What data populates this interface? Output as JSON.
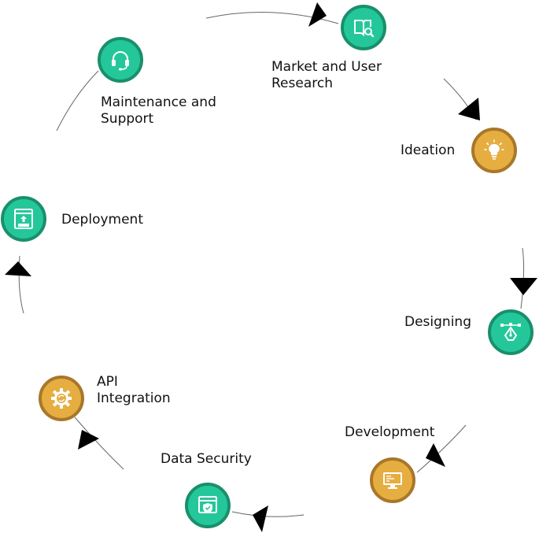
{
  "stages": [
    {
      "key": "market",
      "lines": [
        "Market and User",
        "Research"
      ],
      "icon": "book-search-icon",
      "color": "#24c79a"
    },
    {
      "key": "ideation",
      "lines": [
        "Ideation"
      ],
      "icon": "lightbulb-icon",
      "color": "#e6ad40"
    },
    {
      "key": "designing",
      "lines": [
        "Designing"
      ],
      "icon": "pen-tool-icon",
      "color": "#24c79a"
    },
    {
      "key": "development",
      "lines": [
        "Development"
      ],
      "icon": "monitor-code-icon",
      "color": "#e6ad40"
    },
    {
      "key": "security",
      "lines": [
        "Data Security"
      ],
      "icon": "shield-window-icon",
      "color": "#24c79a"
    },
    {
      "key": "api",
      "lines": [
        "API",
        "Integration"
      ],
      "icon": "gear-sync-icon",
      "color": "#e6ad40"
    },
    {
      "key": "deployment",
      "lines": [
        "Deployment"
      ],
      "icon": "deploy-window-icon",
      "color": "#24c79a"
    },
    {
      "key": "maintenance",
      "lines": [
        "Maintenance and",
        "Support"
      ],
      "icon": "headset-icon",
      "color": "#24c79a"
    }
  ],
  "colors": {
    "green": "#24c79a",
    "green_border": "#1a8f6c",
    "gold": "#e6ad40",
    "gold_border": "#a9772a",
    "arrow": "#000000",
    "arc": "#555555"
  }
}
